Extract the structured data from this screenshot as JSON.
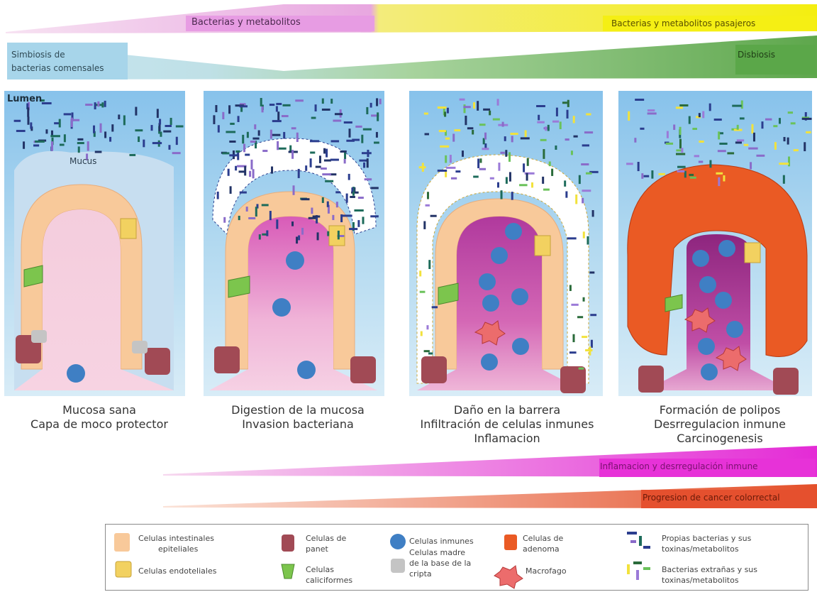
{
  "top_bands": {
    "bacterias_metabolitos": "Bacterias y metabolitos",
    "bacterias_pasajeros": "Bacterias y metabolitos pasajeros",
    "simbiosis": [
      "Simbiosis de",
      "bacterias comensales"
    ],
    "disbiosis": "Disbiosis"
  },
  "panel_labels": {
    "lumen": "Lumen",
    "mucus": "Mucus"
  },
  "panels": [
    {
      "id": "healthy",
      "caption": [
        "Mucosa sana",
        "Capa de moco protector"
      ]
    },
    {
      "id": "digestion",
      "caption": [
        "Digestion de la mucosa",
        "Invasion bacteriana"
      ]
    },
    {
      "id": "barrier",
      "caption": [
        "Daño en la barrera",
        "Infiltración de celulas inmunes",
        "Inflamacion"
      ]
    },
    {
      "id": "polyp",
      "caption": [
        "Formación de polipos",
        "Desrregulacion inmune",
        "Carcinogenesis"
      ]
    }
  ],
  "bottom_bands": {
    "inflamacion": "Inflamacion y desrregulación inmune",
    "progresion": "Progresion de cancer colorrectal"
  },
  "legend": {
    "epiteliales": [
      "Celulas intestinales",
      "epiteliales"
    ],
    "endoteliales": "Celulas endoteliales",
    "panet": [
      "Celulas de",
      "panet"
    ],
    "caliciformes": [
      "Celulas",
      "caliciformes"
    ],
    "inmunes": "Celulas inmunes",
    "madre": [
      "Celulas madre",
      "de la base de la",
      "cripta"
    ],
    "adenoma": [
      "Celulas de",
      "adenoma"
    ],
    "macrofago": "Macrofago",
    "propias": [
      "Propias bacterias y sus",
      "toxinas/metabolitos"
    ],
    "extranas": [
      "Bacterias extrañas y sus",
      "toxinas/metabolitos"
    ]
  },
  "colors": {
    "pink_band": "#e58ee0",
    "yellow_band": "#f4ee1a",
    "blue_band": "#a6d3e7",
    "green_band": "#6aae5a",
    "magenta_band": "#e42bd6",
    "red_band": "#e4502a",
    "panel_bg": "#a9d3ee",
    "epithelial": "#f8c99a",
    "adenoma": "#ea5a24",
    "immune": "#3f7fc4"
  }
}
